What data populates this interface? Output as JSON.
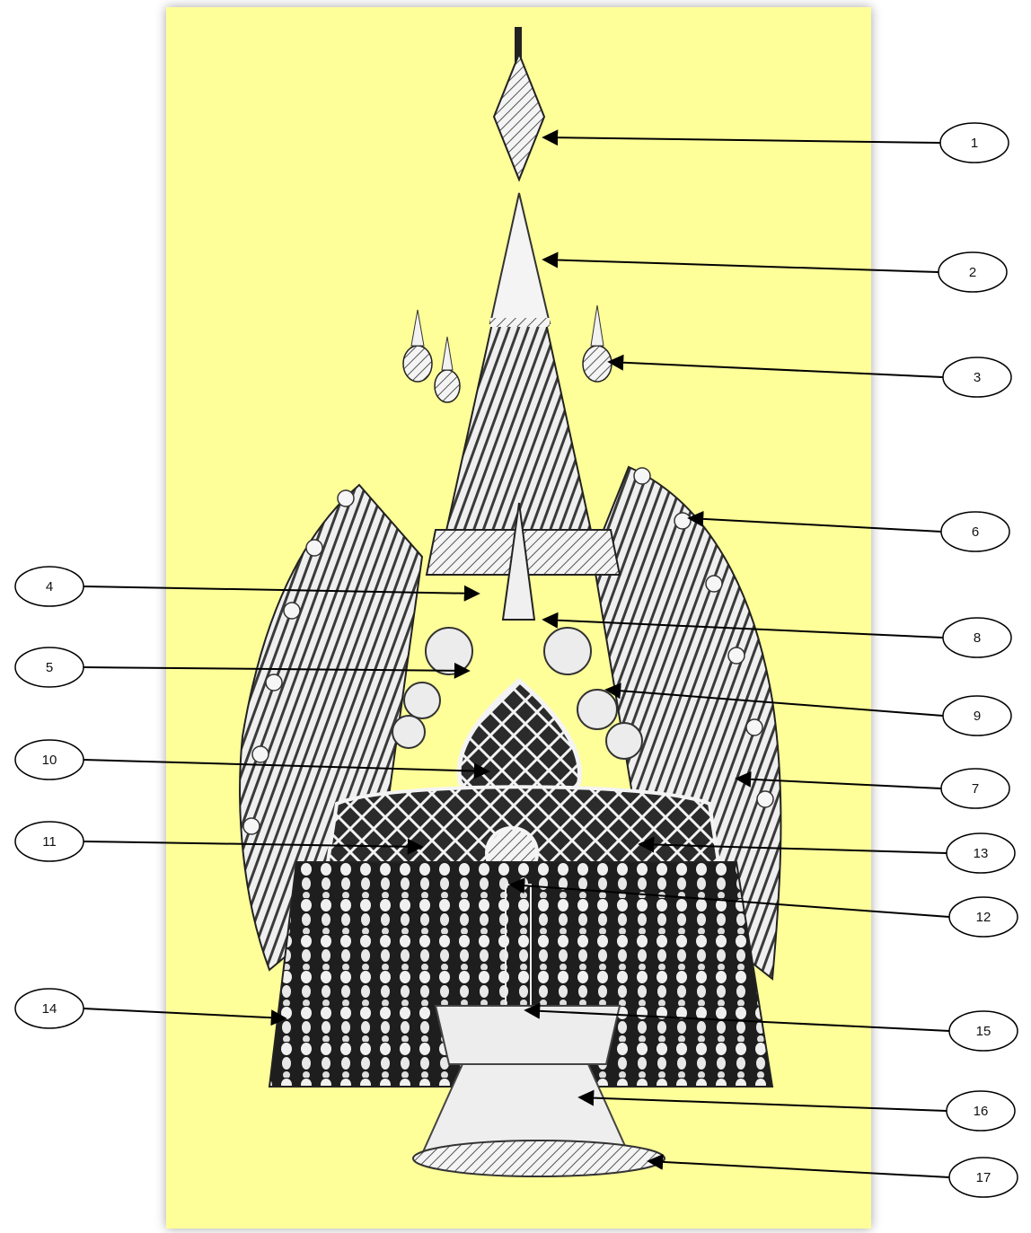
{
  "figure": {
    "background_color": "#ffff99",
    "callout_stroke_color": "#000000",
    "artwork_color": "#f2f2f2",
    "callouts": [
      {
        "label": "1"
      },
      {
        "label": "2"
      },
      {
        "label": "3"
      },
      {
        "label": "6"
      },
      {
        "label": "4"
      },
      {
        "label": "8"
      },
      {
        "label": "5"
      },
      {
        "label": "9"
      },
      {
        "label": "10"
      },
      {
        "label": "7"
      },
      {
        "label": "11"
      },
      {
        "label": "13"
      },
      {
        "label": "12"
      },
      {
        "label": "14"
      },
      {
        "label": "15"
      },
      {
        "label": "16"
      },
      {
        "label": "17"
      }
    ]
  }
}
